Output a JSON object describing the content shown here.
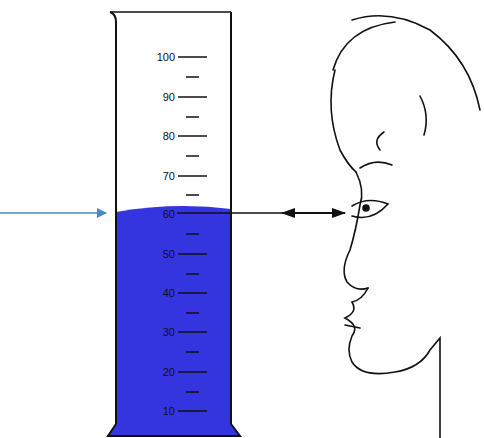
{
  "diagram": {
    "labels": [
      "100",
      "90",
      "80",
      "70",
      "60",
      "50",
      "40",
      "30",
      "20",
      "10"
    ]
  }
}
